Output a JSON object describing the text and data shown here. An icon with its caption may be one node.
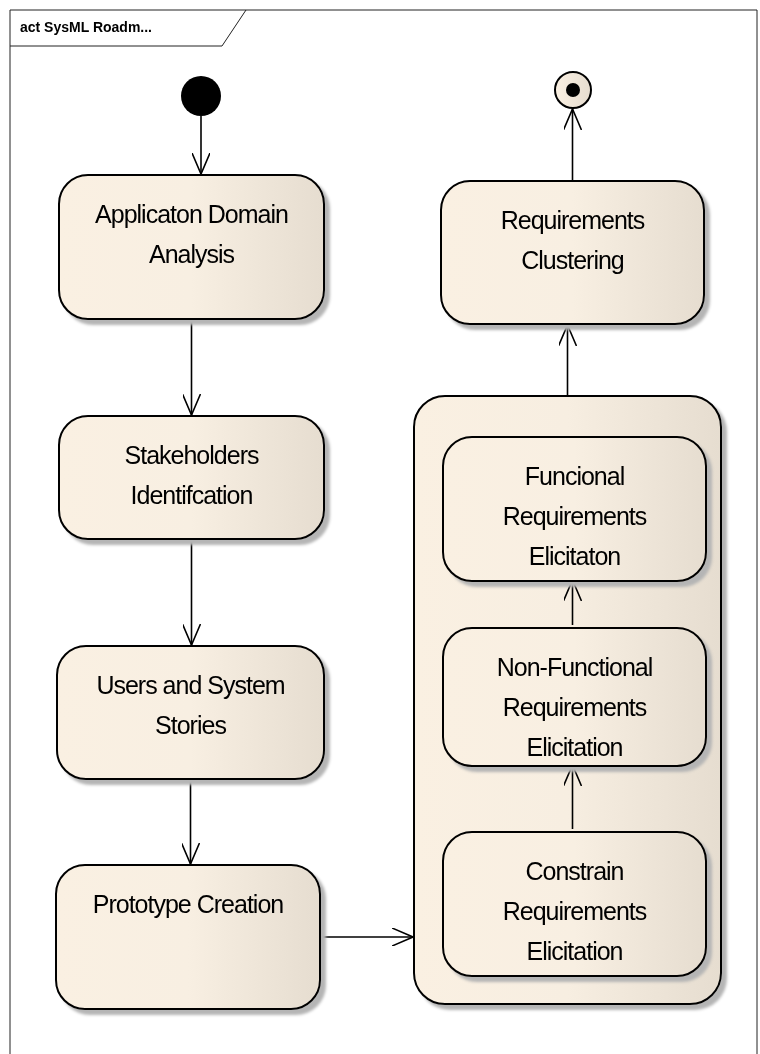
{
  "diagram": {
    "title": "act SysML Roadm...",
    "nodes": [
      {
        "text": [],
        "shape": "circle"
      },
      {
        "text": [
          "Applicaton Domain Analysis"
        ]
      },
      {
        "text": [
          "Stakeholders Identifcation"
        ]
      },
      {
        "text": [
          "Users and System Stories"
        ]
      },
      {
        "text": [
          "Prototype Creation"
        ]
      },
      {
        "text": [],
        "shape": "bullseye"
      },
      {
        "text": [
          "Requirements Clustering"
        ]
      },
      {
        "text": [],
        "shape": "box"
      },
      {
        "text": [
          "Funcional Requirements Elicitaton"
        ],
        "in": 7
      },
      {
        "text": [
          "Non-Functional Requirements Elicitation"
        ],
        "in": 7
      },
      {
        "text": [
          "Constrain Requirements Elicitation"
        ],
        "in": 7
      }
    ],
    "edges": [
      {
        "from": 0,
        "to": 1,
        "arrow": "to"
      },
      {
        "from": 1,
        "to": 2,
        "arrow": "to"
      },
      {
        "from": 2,
        "to": 3,
        "arrow": "to"
      },
      {
        "from": 3,
        "to": 4,
        "arrow": "to"
      },
      {
        "from": 4,
        "to": 7,
        "arrow": "to"
      },
      {
        "from": 10,
        "to": 9,
        "arrow": "to"
      },
      {
        "from": 9,
        "to": 8,
        "arrow": "to"
      },
      {
        "from": 7,
        "to": 6,
        "arrow": "to"
      },
      {
        "from": 6,
        "to": 5,
        "arrow": "to"
      }
    ]
  }
}
